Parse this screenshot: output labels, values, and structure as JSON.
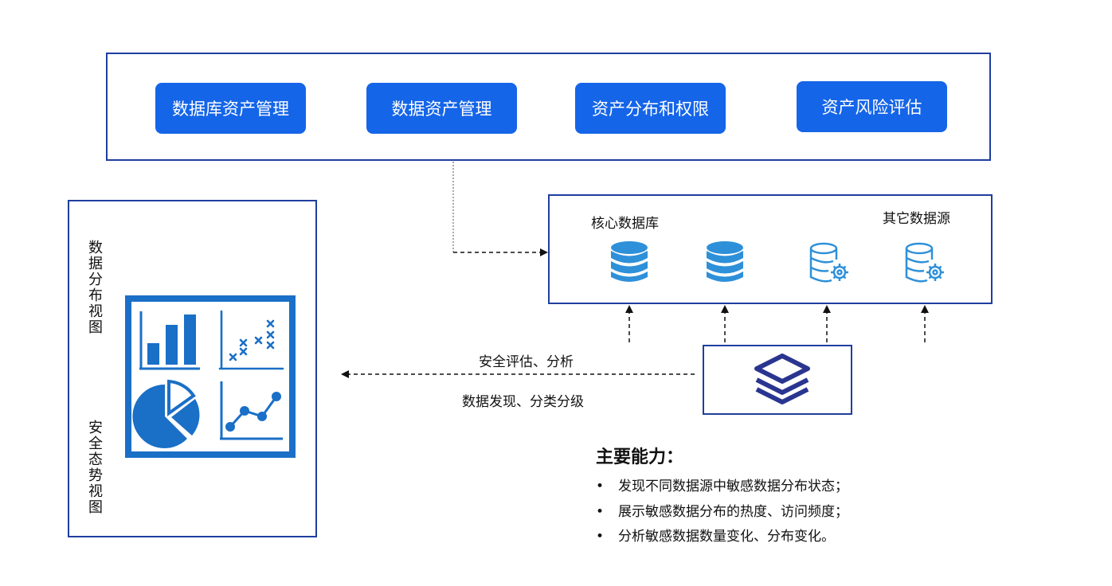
{
  "top_panel": {
    "buttons": [
      {
        "label": "数据库资产管理"
      },
      {
        "label": "数据资产管理"
      },
      {
        "label": "资产分布和权限"
      },
      {
        "label": "资产风险评估"
      }
    ]
  },
  "data_sources": {
    "core_label": "核心数据库",
    "other_label": "其它数据源",
    "icons": [
      "database-icon",
      "database-icon",
      "database-settings-icon",
      "database-settings-icon"
    ]
  },
  "left_panel": {
    "distribution_view": "数据分布视图",
    "security_view": "安全态势视图",
    "icon": "analytics-dashboard-icon"
  },
  "flow": {
    "label_top": "安全评估、分析",
    "label_bottom": "数据发现、分类分级"
  },
  "hub": {
    "icon": "layers-icon"
  },
  "capabilities": {
    "title": "主要能力：",
    "items": [
      "发现不同数据源中敏感数据分布状态；",
      "展示敏感数据分布的热度、访问频度；",
      "分析敏感数据数量变化、分布变化。"
    ]
  },
  "colors": {
    "frame": "#1f3e9e",
    "button": "#1565e8",
    "icon_blue": "#1a6fc7",
    "db_blue": "#2e90d9",
    "hub_navy": "#2a3590"
  }
}
